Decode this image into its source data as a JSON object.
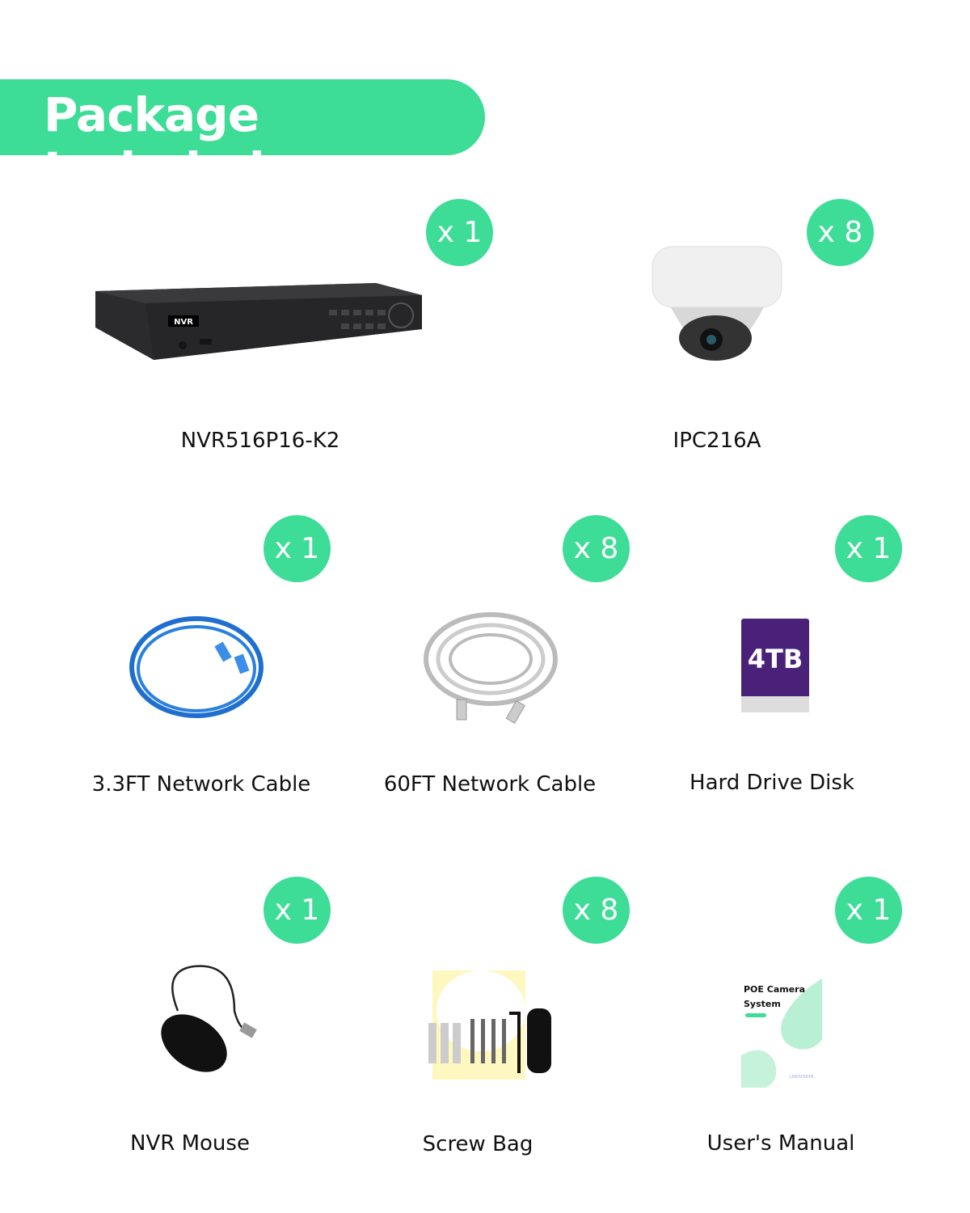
{
  "header": {
    "title": "Package Included"
  },
  "accent_color": "#3ddc97",
  "items": [
    {
      "name": "NVR516P16-K2",
      "qty": "x 1",
      "brand_text": "NVR"
    },
    {
      "name": "IPC216A",
      "qty": "x 8"
    },
    {
      "name": "3.3FT Network Cable",
      "qty": "x 1"
    },
    {
      "name": "60FT Network Cable",
      "qty": "x 8"
    },
    {
      "name": "Hard Drive Disk",
      "qty": "x 1",
      "capacity": "4TB"
    },
    {
      "name": "NVR Mouse",
      "qty": "x 1"
    },
    {
      "name": "Screw Bag",
      "qty": "x 8"
    },
    {
      "name": "User's Manual",
      "qty": "x 1",
      "cover_title": "POE Camera System",
      "cover_brand": "LINOVISION"
    }
  ]
}
